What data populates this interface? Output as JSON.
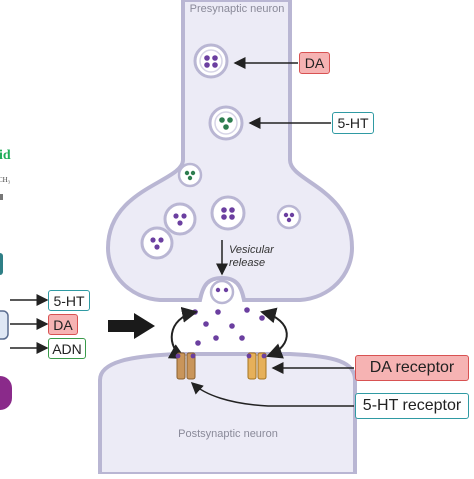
{
  "colors": {
    "neuron_fill": "#ecebf6",
    "neuron_stroke": "#b9b6d3",
    "da_dot": "#6b3fa0",
    "ht_dot": "#2e7d4f",
    "receptor_orange": "#e6b05a",
    "receptor_brown": "#c9955a",
    "label_red_fill": "#f6b3b3",
    "label_red_border": "#d85252",
    "label_teal_border": "#2f9aa3",
    "label_green_border": "#3a9a4a",
    "fragment_green": "#1fae5a",
    "fragment_purple": "#8a2a8a"
  },
  "neurons": {
    "presynaptic": "Presynaptic neuron",
    "postsynaptic": "Postsynaptic neuron"
  },
  "release": {
    "line1": "Vesicular",
    "line2": "release"
  },
  "labels": {
    "da": "DA",
    "ht": "5-HT",
    "da_receptor": "DA receptor",
    "ht_receptor": "5-HT receptor"
  },
  "left_panel": {
    "heading_fragment": "id",
    "formula_fragment": "CH₃",
    "ht": "5-HT",
    "da": "DA",
    "adn": "ADN"
  }
}
